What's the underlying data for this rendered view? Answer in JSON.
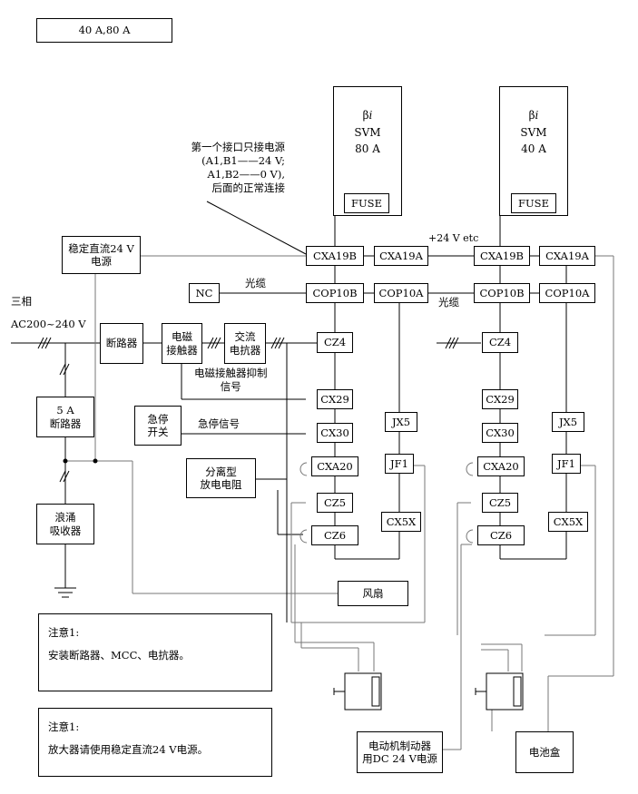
{
  "header": "40 A,80 A",
  "amplifiers": [
    {
      "model_prefix": "β",
      "model_suffix": "i",
      "line2": "SVM",
      "current": "80 A",
      "fuse": "FUSE",
      "connectors": {
        "cxa19b": "CXA19B",
        "cxa19a": "CXA19A",
        "cop10b": "COP10B",
        "cop10a": "COP10A",
        "cz4": "CZ4",
        "cx29": "CX29",
        "cx30": "CX30",
        "cxa20": "CXA20",
        "cz5": "CZ5",
        "cz6": "CZ6",
        "jx5": "JX5",
        "jf1": "JF1",
        "cx5x": "CX5X"
      }
    },
    {
      "model_prefix": "β",
      "model_suffix": "i",
      "line2": "SVM",
      "current": "40 A",
      "fuse": "FUSE",
      "connectors": {
        "cxa19b": "CXA19B",
        "cxa19a": "CXA19A",
        "cop10b": "COP10B",
        "cop10a": "COP10A",
        "cz4": "CZ4",
        "cx29": "CX29",
        "cx30": "CX30",
        "cxa20": "CXA20",
        "cz5": "CZ5",
        "cz6": "CZ6",
        "jx5": "JX5",
        "jf1": "JF1",
        "cx5x": "CX5X"
      }
    }
  ],
  "components": {
    "psu24": "稳定直流24 V\n电源",
    "nc": "NC",
    "breaker": "断路器",
    "contactor": "电磁\n接触器",
    "reactor": "交流\n电抗器",
    "breaker5a": "5 A\n断路器",
    "surge": "浪涌\n吸收器",
    "estop": "急停\n开关",
    "resistor": "分离型\n放电电阻",
    "fan": "风扇",
    "brake_psu": "电动机制动器\n用DC 24 V电源",
    "battery": "电池盒"
  },
  "labels": {
    "first_interface": "第一个接口只接电源\n(A1,B1——24 V;\nA1,B2——0 V),\n后面的正常连接",
    "v24etc": "+24 V etc",
    "fiber1": "光缆",
    "fiber2": "光缆",
    "three_phase": "三相",
    "ac_input": "AC200~240 V",
    "mcc_signal": "电磁接触器抑制\n信号",
    "estop_signal": "急停信号"
  },
  "notes": [
    {
      "title": "注意1:",
      "text": "安装断路器、MCC、电抗器。"
    },
    {
      "title": "注意1:",
      "text": "放大器请使用稳定直流24 V电源。"
    }
  ]
}
